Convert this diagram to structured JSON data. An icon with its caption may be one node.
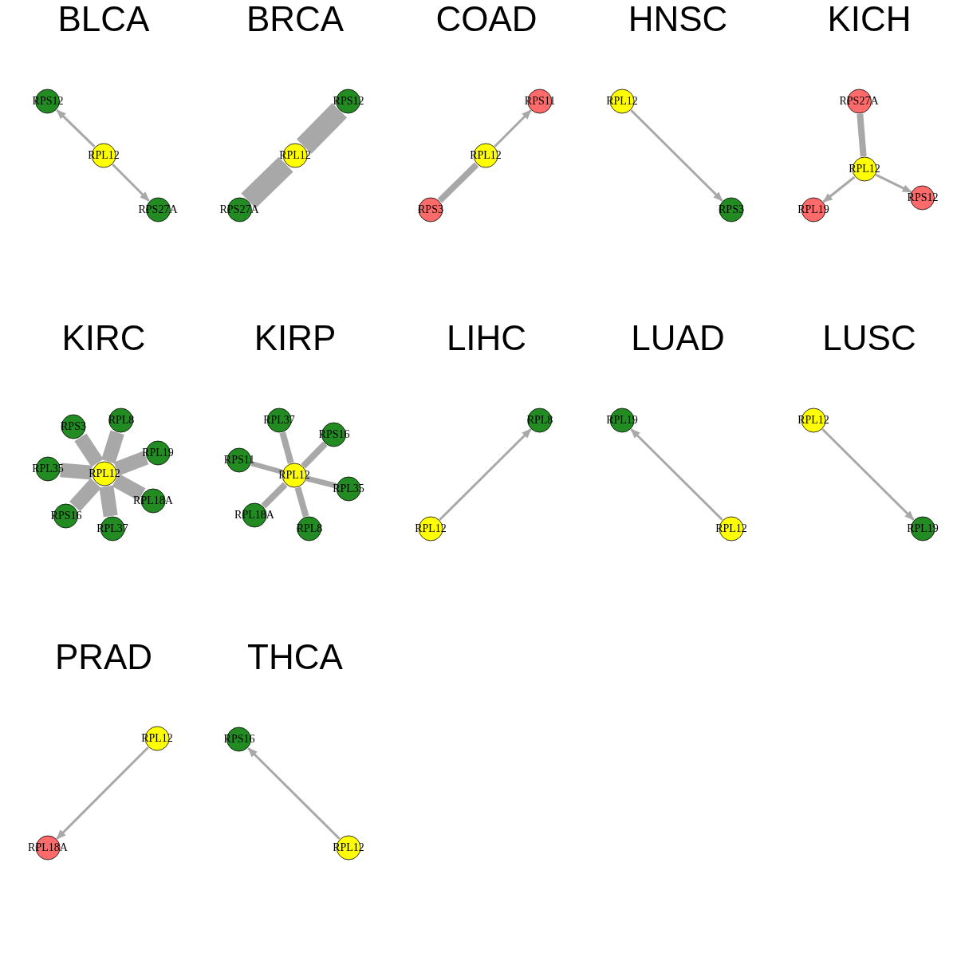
{
  "diagram": {
    "nodes": [
      {
        "text": [
          "RPS12"
        ]
      },
      {
        "text": [
          "RPL12"
        ]
      },
      {
        "text": [
          "RPS27A"
        ]
      },
      {
        "text": [
          "RPS12"
        ]
      },
      {
        "text": [
          "RPL12"
        ]
      },
      {
        "text": [
          "RPS27A"
        ]
      },
      {
        "text": [
          "RPS11"
        ]
      },
      {
        "text": [
          "RPL12"
        ]
      },
      {
        "text": [
          "RPS3"
        ]
      },
      {
        "text": [
          "RPL12"
        ]
      },
      {
        "text": [
          "RPS3"
        ]
      },
      {
        "text": [
          "RPS27A"
        ]
      },
      {
        "text": [
          "RPL12"
        ]
      },
      {
        "text": [
          "RPL19"
        ]
      },
      {
        "text": [
          "RPS12"
        ]
      },
      {
        "text": [
          "RPL8"
        ]
      },
      {
        "text": [
          "RPS3"
        ]
      },
      {
        "text": [
          "RPL19"
        ]
      },
      {
        "text": [
          "RPL35"
        ]
      },
      {
        "text": [
          "RPL12"
        ]
      },
      {
        "text": [
          "RPL18A"
        ]
      },
      {
        "text": [
          "RPS16"
        ]
      },
      {
        "text": [
          "RPL37"
        ]
      },
      {
        "text": [
          "RPL37"
        ]
      },
      {
        "text": [
          "RPS16"
        ]
      },
      {
        "text": [
          "RPS11"
        ]
      },
      {
        "text": [
          "RPL12"
        ]
      },
      {
        "text": [
          "RPL35"
        ]
      },
      {
        "text": [
          "RPL18A"
        ]
      },
      {
        "text": [
          "RPL8"
        ]
      },
      {
        "text": [
          "RPL8"
        ]
      },
      {
        "text": [
          "RPL12"
        ]
      },
      {
        "text": [
          "RPL19"
        ]
      },
      {
        "text": [
          "RPL12"
        ]
      },
      {
        "text": [
          "RPL12"
        ]
      },
      {
        "text": [
          "RPL19"
        ]
      },
      {
        "text": [
          "RPL12"
        ]
      },
      {
        "text": [
          "RPL18A"
        ]
      },
      {
        "text": [
          "RPS16"
        ]
      },
      {
        "text": [
          "RPL12"
        ]
      }
    ],
    "edges": [
      {
        "from": 1,
        "to": 0,
        "arrow": "to"
      },
      {
        "from": 1,
        "to": 2,
        "arrow": "to"
      },
      {
        "from": 4,
        "to": 3,
        "arrow": "none",
        "style": "thick"
      },
      {
        "from": 4,
        "to": 5,
        "arrow": "none",
        "style": "thick"
      },
      {
        "from": 7,
        "to": 6,
        "arrow": "to"
      },
      {
        "from": 7,
        "to": 8,
        "arrow": "none"
      },
      {
        "from": 9,
        "to": 10,
        "arrow": "to"
      },
      {
        "from": 12,
        "to": 11,
        "arrow": "none"
      },
      {
        "from": 12,
        "to": 13,
        "arrow": "to"
      },
      {
        "from": 12,
        "to": 14,
        "arrow": "to"
      },
      {
        "from": 19,
        "to": 15,
        "arrow": "none",
        "style": "thick"
      },
      {
        "from": 19,
        "to": 16,
        "arrow": "none",
        "style": "thick"
      },
      {
        "from": 19,
        "to": 17,
        "arrow": "none",
        "style": "thick"
      },
      {
        "from": 19,
        "to": 18,
        "arrow": "none",
        "style": "thick"
      },
      {
        "from": 19,
        "to": 20,
        "arrow": "none",
        "style": "thick"
      },
      {
        "from": 19,
        "to": 21,
        "arrow": "none",
        "style": "thick"
      },
      {
        "from": 19,
        "to": 22,
        "arrow": "none",
        "style": "thick"
      },
      {
        "from": 26,
        "to": 23,
        "arrow": "none"
      },
      {
        "from": 26,
        "to": 24,
        "arrow": "none"
      },
      {
        "from": 26,
        "to": 25,
        "arrow": "none"
      },
      {
        "from": 26,
        "to": 27,
        "arrow": "none"
      },
      {
        "from": 26,
        "to": 28,
        "arrow": "none"
      },
      {
        "from": 26,
        "to": 29,
        "arrow": "none"
      },
      {
        "from": 31,
        "to": 30,
        "arrow": "to"
      },
      {
        "from": 33,
        "to": 32,
        "arrow": "to"
      },
      {
        "from": 34,
        "to": 35,
        "arrow": "to"
      },
      {
        "from": 36,
        "to": 37,
        "arrow": "to"
      },
      {
        "from": 39,
        "to": 38,
        "arrow": "to"
      }
    ],
    "labels": [
      "BLCA",
      "BRCA",
      "COAD",
      "HNSC",
      "KICH",
      "KIRC",
      "KIRP",
      "LIHC",
      "LUAD",
      "LUSC",
      "PRAD",
      "THCA"
    ]
  }
}
